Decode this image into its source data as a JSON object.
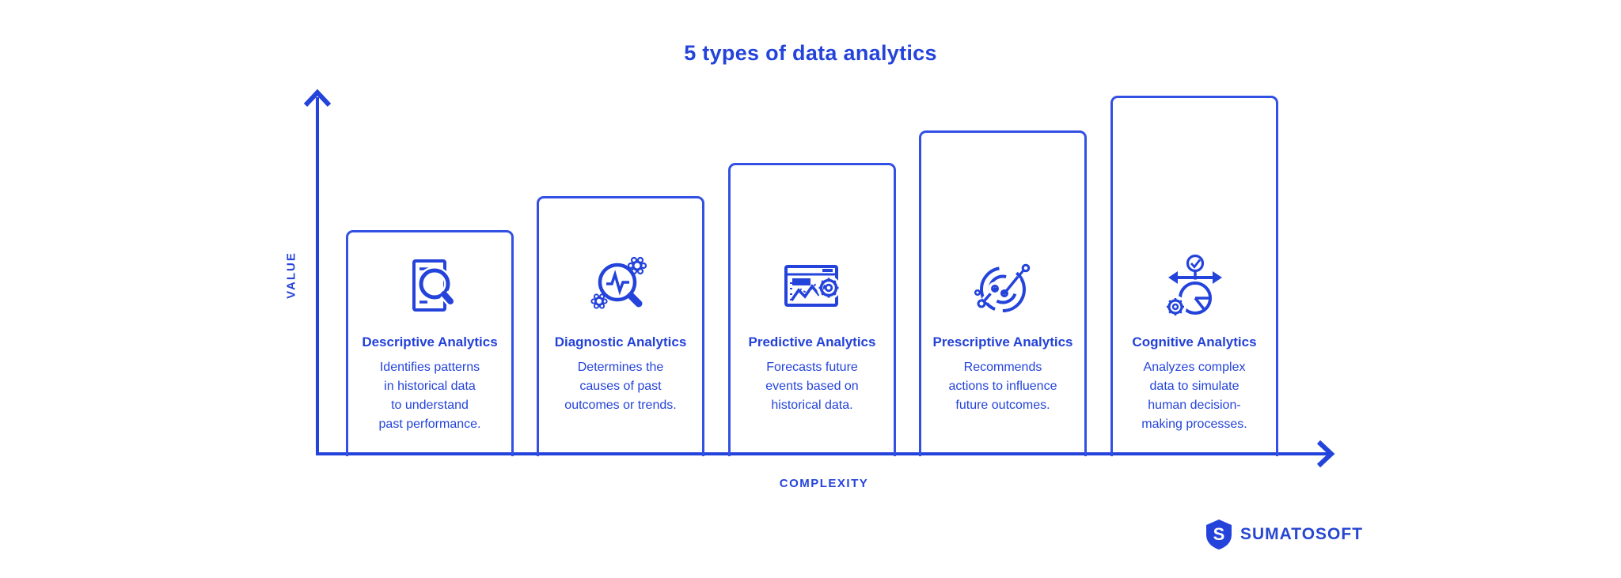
{
  "title": "5 types of data analytics",
  "colors": {
    "accent": "#2443db",
    "card_border": "#3350e4",
    "background": "#ffffff"
  },
  "axes": {
    "y_label": "VALUE",
    "x_label": "COMPLEXITY"
  },
  "cards": [
    {
      "icon": "document-magnifier-icon",
      "title": "Descriptive Analytics",
      "description": "Identifies patterns\nin historical data\nto understand\npast performance."
    },
    {
      "icon": "magnifier-pulse-gears-icon",
      "title": "Diagnostic Analytics",
      "description": "Determines the\ncauses of past\noutcomes or trends."
    },
    {
      "icon": "dashboard-chart-gear-icon",
      "title": "Predictive Analytics",
      "description": "Forecasts future\nevents based on\nhistorical data."
    },
    {
      "icon": "circular-chart-nodes-icon",
      "title": "Prescriptive Analytics",
      "description": "Recommends\nactions to influence\nfuture outcomes."
    },
    {
      "icon": "decision-pie-arrows-icon",
      "title": "Cognitive Analytics",
      "description": "Analyzes complex\ndata to simulate\nhuman decision-\nmaking processes."
    }
  ],
  "footer": {
    "brand": "SUMATOSOFT"
  }
}
